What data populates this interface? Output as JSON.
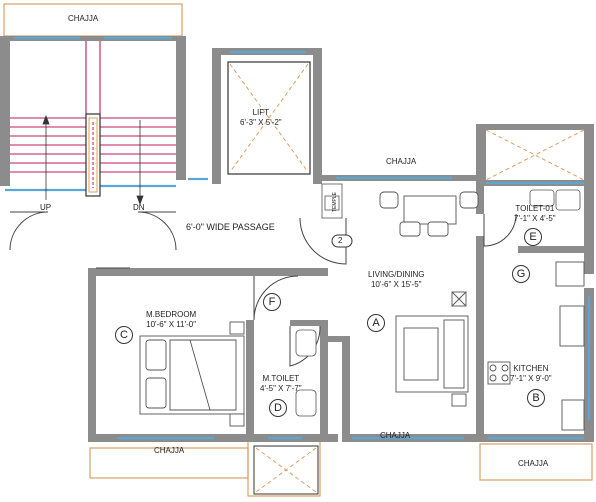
{
  "labels": {
    "chajja_top": "CHAJJA",
    "chajja_mid": "CHAJJA",
    "chajja_bottom_left": "CHAJJA",
    "chajja_bottom_mid": "CHAJJA",
    "chajja_bottom_right": "CHAJJA",
    "up": "UP",
    "dn": "DN",
    "temple": "TEMPLE",
    "passage": "6'-0\" WIDE PASSAGE",
    "flat_number": "2"
  },
  "rooms": {
    "lift": {
      "name": "LIFT",
      "size": "6'-3\" X 5'-2\""
    },
    "toilet01": {
      "name": "TOILET-01",
      "size": "7'-1\" X 4'-5\""
    },
    "living": {
      "name": "LIVING/DINING",
      "size": "10'-6\" X 15'-5\""
    },
    "bedroom": {
      "name": "M.BEDROOM",
      "size": "10'-6\" X 11'-0\""
    },
    "mtoilet": {
      "name": "M.TOILET",
      "size": "4'-5\" X 7'-7\""
    },
    "kitchen": {
      "name": "KITCHEN",
      "size": "7'-1\" X 9'-0\""
    }
  },
  "markers": {
    "a": "A",
    "b": "B",
    "c": "C",
    "d": "D",
    "e": "E",
    "f": "F",
    "g": "G"
  },
  "colors": {
    "wall": "#8c8c8c",
    "window": "#5aa7d4",
    "stair": "#c2185b",
    "outline": "#d9a066",
    "lines": "#444444"
  }
}
